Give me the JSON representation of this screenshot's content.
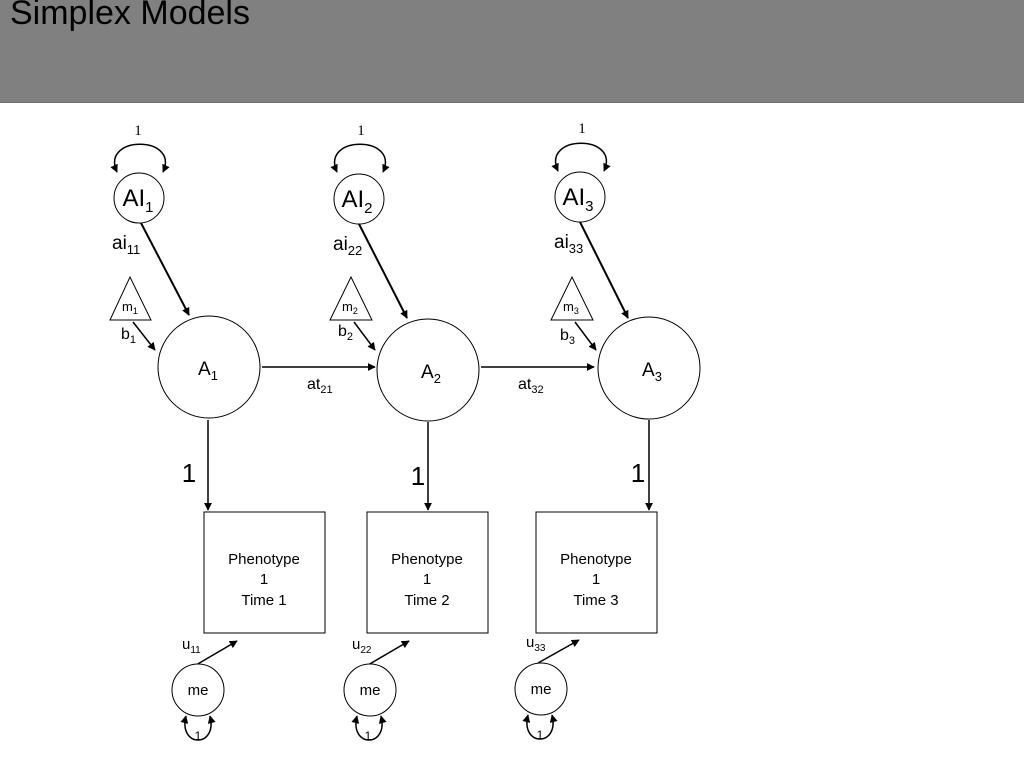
{
  "slide": {
    "title": "Simplex Models"
  },
  "colors": {
    "title_bar": "#808080",
    "line": "#000000",
    "background": "#ffffff"
  },
  "diagram": {
    "occasions": [
      {
        "ai_main": "AI",
        "ai_sub": "1",
        "ai_var": "1",
        "path_ai_main": "ai",
        "path_ai_sub": "11",
        "mean_main": "m",
        "mean_sub": "1",
        "b_main": "b",
        "b_sub": "1",
        "latent_main": "A",
        "latent_sub": "1",
        "loading": "1",
        "box_line1": "Phenotype",
        "box_line2": "1",
        "box_line3": "Time 1",
        "u_main": "u",
        "u_sub": "11",
        "me_label": "me",
        "me_var": "1"
      },
      {
        "ai_main": "AI",
        "ai_sub": "2",
        "ai_var": "1",
        "path_ai_main": "ai",
        "path_ai_sub": "22",
        "mean_main": "m",
        "mean_sub": "2",
        "b_main": "b",
        "b_sub": "2",
        "latent_main": "A",
        "latent_sub": "2",
        "loading": "1",
        "box_line1": "Phenotype",
        "box_line2": "1",
        "box_line3": "Time 2",
        "u_main": "u",
        "u_sub": "22",
        "me_label": "me",
        "me_var": "1"
      },
      {
        "ai_main": "AI",
        "ai_sub": "3",
        "ai_var": "1",
        "path_ai_main": "ai",
        "path_ai_sub": "33",
        "mean_main": "m",
        "mean_sub": "3",
        "b_main": "b",
        "b_sub": "3",
        "latent_main": "A",
        "latent_sub": "3",
        "loading": "1",
        "box_line1": "Phenotype",
        "box_line2": "1",
        "box_line3": "Time 3",
        "u_main": "u",
        "u_sub": "33",
        "me_label": "me",
        "me_var": "1"
      }
    ],
    "transitions": [
      {
        "main": "at",
        "sub": "21"
      },
      {
        "main": "at",
        "sub": "32"
      }
    ]
  }
}
